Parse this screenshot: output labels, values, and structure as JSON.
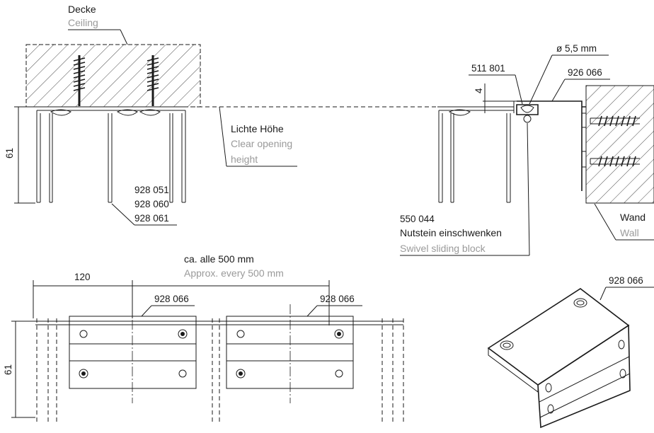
{
  "top_left": {
    "ceiling_de": "Decke",
    "ceiling_en": "Ceiling",
    "dim_height": "61",
    "clear_de": "Lichte Höhe",
    "clear_en_1": "Clear opening",
    "clear_en_2": "height",
    "profiles": [
      "928 051",
      "928 060",
      "928 061"
    ]
  },
  "top_right": {
    "diam": "ø 5,5 mm",
    "part_511": "511 801",
    "part_926": "926 066",
    "dim_4": "4",
    "part_550": "550 044",
    "block_de": "Nutstein einschwenken",
    "block_en": "Swivel sliding block",
    "wall_de": "Wand",
    "wall_en": "Wall"
  },
  "bottom_left": {
    "spacing_de": "ca. alle 500 mm",
    "spacing_en": "Approx. every 500 mm",
    "dim_120": "120",
    "dim_height": "61",
    "bracket_1": "928 066",
    "bracket_2": "928 066"
  },
  "bottom_right": {
    "bracket": "928 066"
  }
}
